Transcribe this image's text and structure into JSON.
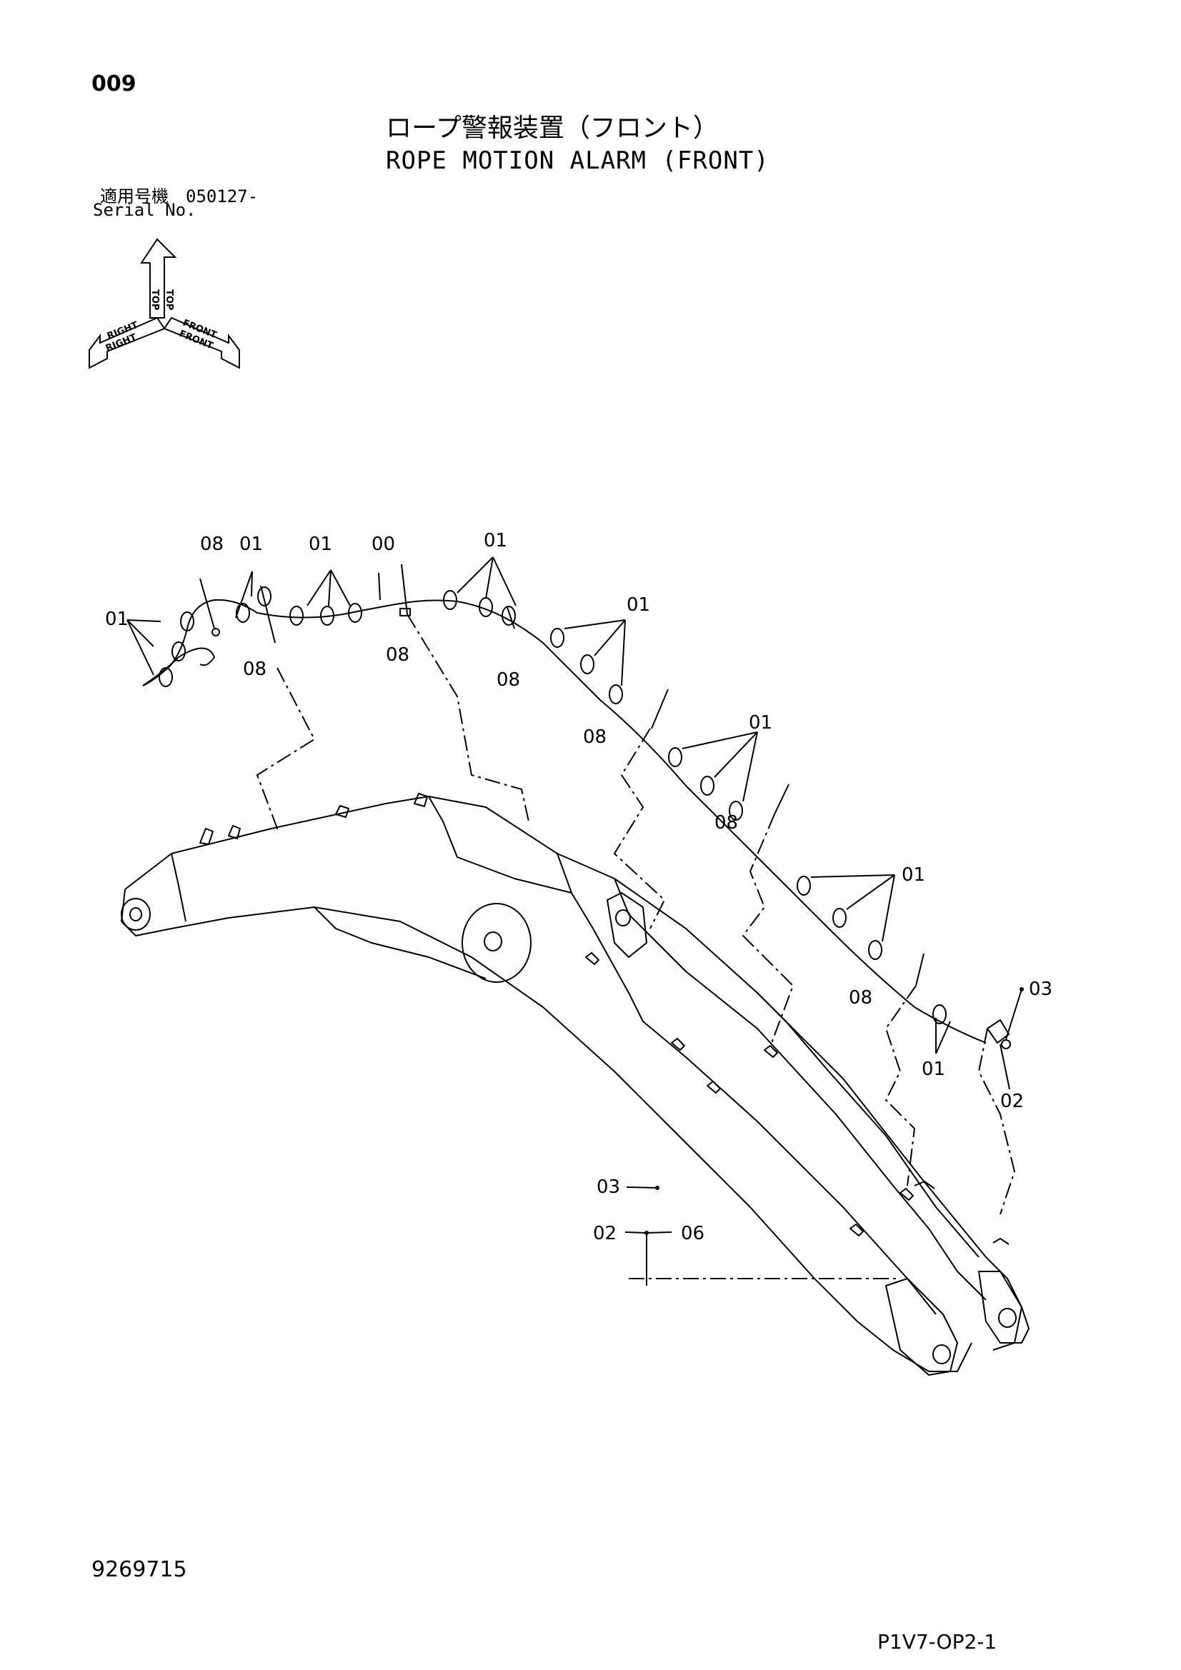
{
  "header": {
    "page_number": "009",
    "title_jp": "ロープ警報装置（フロント）",
    "title_en": "ROPE MOTION ALARM (FRONT)",
    "serial_label_jp": "適用号機　050127-",
    "serial_label_en": "Serial No."
  },
  "orientation": {
    "top": "TOP",
    "right": "RIGHT",
    "front": "FRONT"
  },
  "callouts": {
    "c00": "00",
    "c01": "01",
    "c02": "02",
    "c03": "03",
    "c06": "06",
    "c08": "08"
  },
  "footer": {
    "doc_number": "9269715",
    "page_code": "P1V7-OP2-1"
  }
}
